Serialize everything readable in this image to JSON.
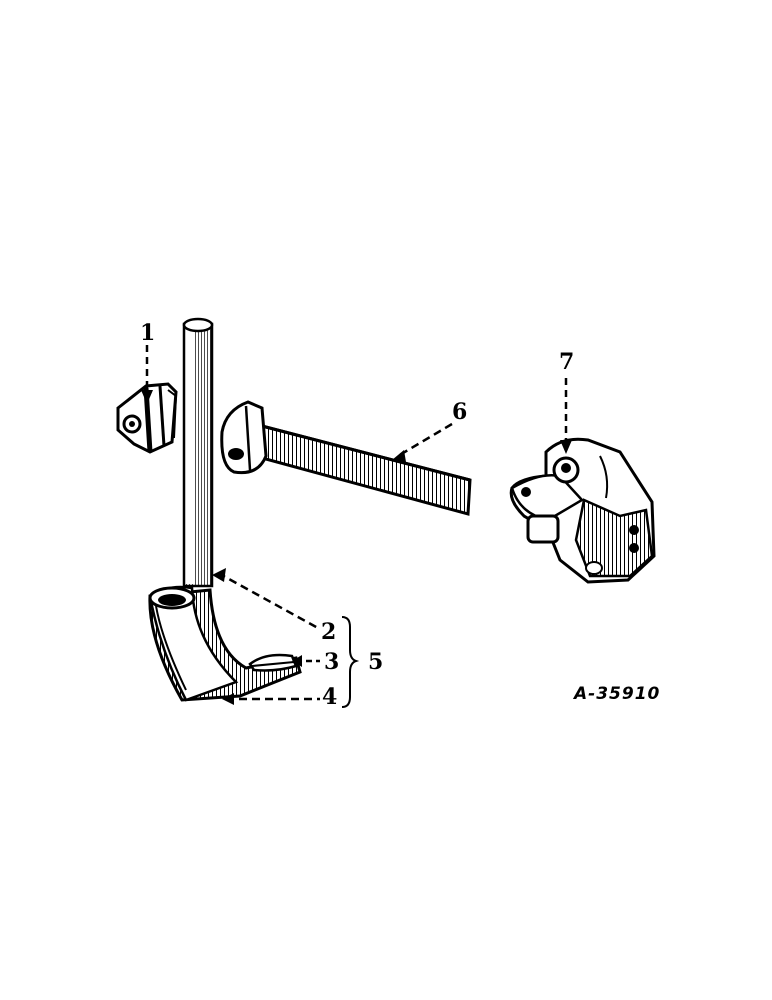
{
  "diagram": {
    "callouts": [
      {
        "id": "c1",
        "label": "1"
      },
      {
        "id": "c2",
        "label": "2"
      },
      {
        "id": "c3",
        "label": "3"
      },
      {
        "id": "c4",
        "label": "4"
      },
      {
        "id": "c5",
        "label": "5"
      },
      {
        "id": "c6",
        "label": "6"
      },
      {
        "id": "c7",
        "label": "7"
      }
    ],
    "figure_id": "A-35910"
  }
}
